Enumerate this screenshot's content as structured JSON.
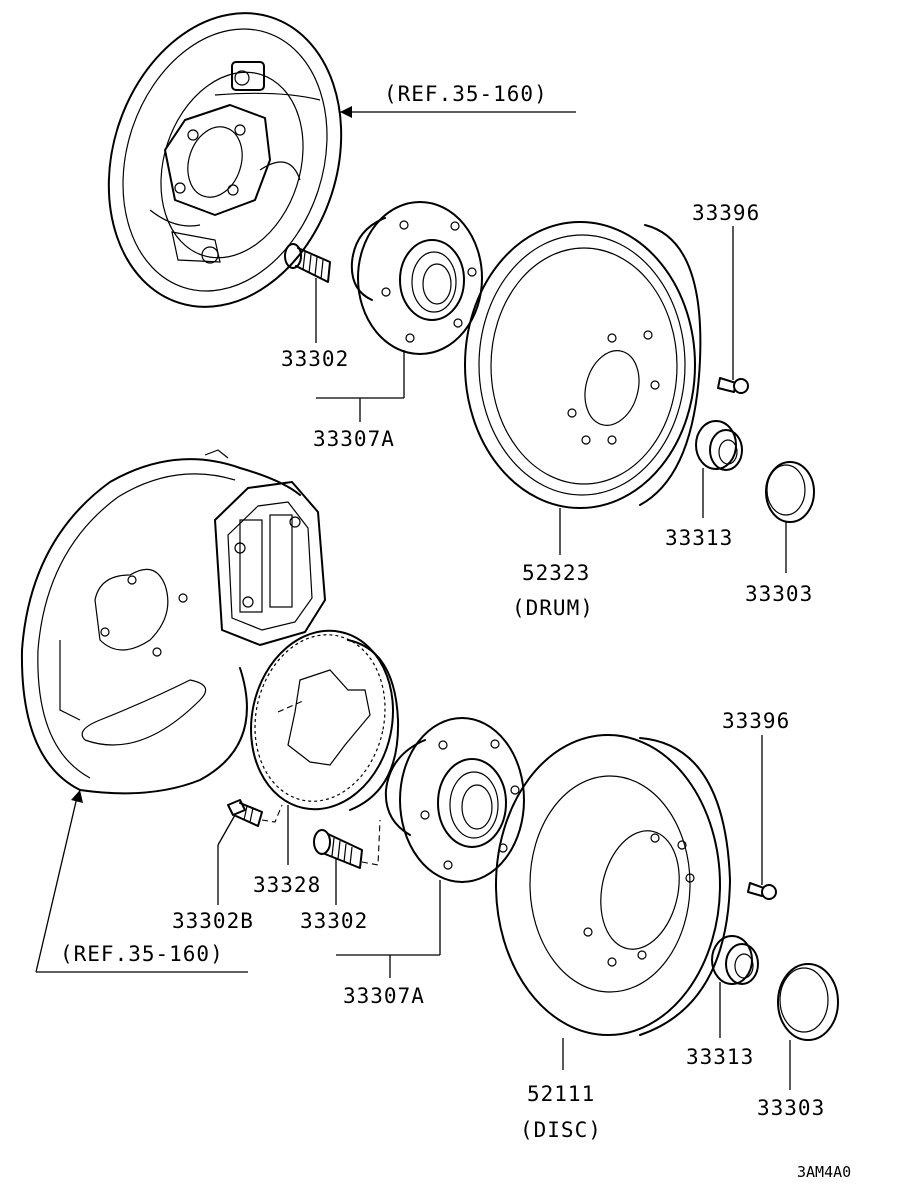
{
  "labels": {
    "ref_top": "(REF.35-160)",
    "ref_bottom": "(REF.35-160)",
    "p33396_top": "33396",
    "p33302_top": "33302",
    "p33307A_top": "33307A",
    "p33313_top": "33313",
    "p52323": "52323",
    "drum": "(DRUM)",
    "p33303_top": "33303",
    "p33396_bottom": "33396",
    "p33328": "33328",
    "p33302B": "33302B",
    "p33302_bottom": "33302",
    "p33307A_bottom": "33307A",
    "p52111": "52111",
    "disc": "(DISC)",
    "p33313_bottom": "33313",
    "p33303_bottom": "33303",
    "figure_code": "3AM4A0"
  }
}
